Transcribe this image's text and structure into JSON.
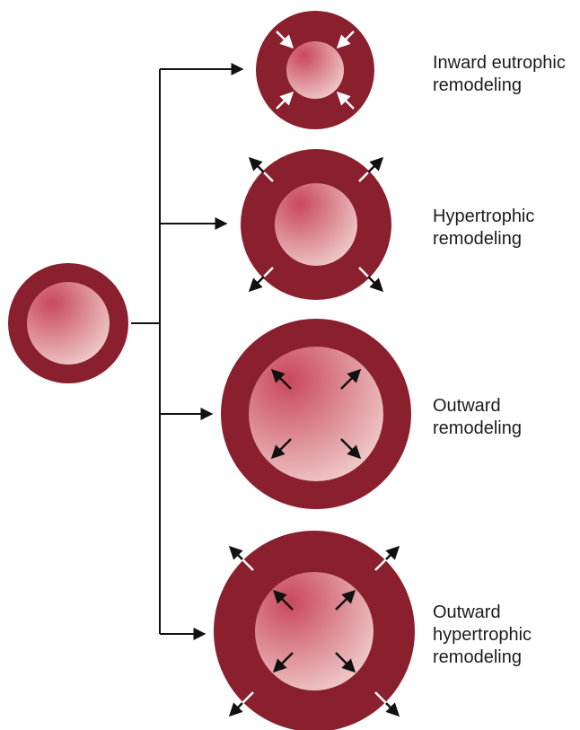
{
  "colors": {
    "wall": "#8a1f2d",
    "lumen_center": "#c9485c",
    "lumen_edge": "#f2d4d2",
    "arrow_dark": "#111111",
    "arrow_light": "#ffffff",
    "line": "#111111"
  },
  "types": [
    {
      "line1": "Inward eutrophic",
      "line2": "remodeling",
      "line3": ""
    },
    {
      "line1": "Hypertrophic",
      "line2": "remodeling",
      "line3": ""
    },
    {
      "line1": "Outward",
      "line2": "remodeling",
      "line3": ""
    },
    {
      "line1": "Outward",
      "line2": "hypertrophic",
      "line3": "remodeling"
    }
  ]
}
